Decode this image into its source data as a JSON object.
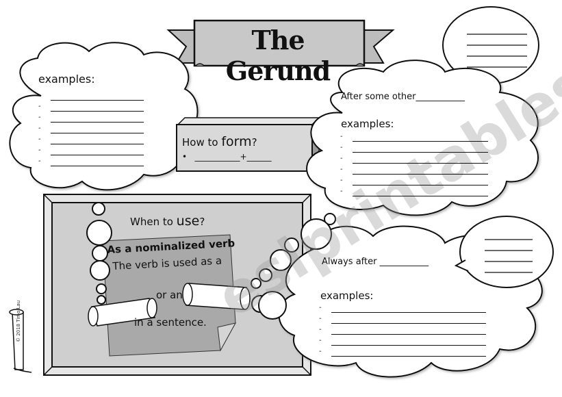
{
  "title": "The Gerund",
  "left_cloud": {
    "heading": "examples:",
    "bullet": "-",
    "line": "_______________"
  },
  "form_box": {
    "prefix": "How to ",
    "keyword": "form",
    "suffix": "?",
    "bullet": "•",
    "formula": "___________+______"
  },
  "use_board": {
    "prefix": "When to ",
    "keyword": "use",
    "suffix": "?",
    "note_heading": "As a nominalized verb",
    "note_line1": "The verb is used as a",
    "note_or": "or an",
    "note_line3": "in a sentence."
  },
  "right_cloud_top": {
    "heading": "After some other___________",
    "examples": "examples:"
  },
  "right_cloud_bottom": {
    "heading": "Always after ___________",
    "examples": "examples:"
  },
  "copyright": "© 2018 Timo Lau",
  "watermark": "eslprintables.com",
  "colors": {
    "banner": "#c8c8c8",
    "board": "#cfcfcf",
    "box": "#d9d9d9",
    "note": "#a9a9a9",
    "outline": "#111111"
  }
}
